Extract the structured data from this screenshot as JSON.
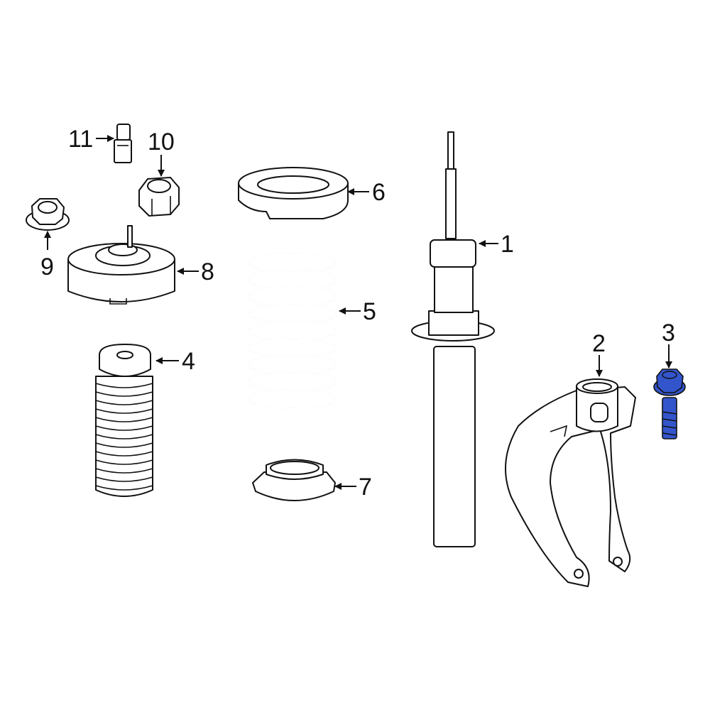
{
  "diagram": {
    "highlight_color": "#3355cc",
    "callouts": [
      {
        "id": "1",
        "label": "1",
        "part": "strut"
      },
      {
        "id": "2",
        "label": "2",
        "part": "strut-fork"
      },
      {
        "id": "3",
        "label": "3",
        "part": "bolt",
        "highlighted": true
      },
      {
        "id": "4",
        "label": "4",
        "part": "bump-stop-boot"
      },
      {
        "id": "5",
        "label": "5",
        "part": "coil-spring"
      },
      {
        "id": "6",
        "label": "6",
        "part": "upper-spring-seat"
      },
      {
        "id": "7",
        "label": "7",
        "part": "lower-spring-seat"
      },
      {
        "id": "8",
        "label": "8",
        "part": "strut-mount"
      },
      {
        "id": "9",
        "label": "9",
        "part": "flange-nut"
      },
      {
        "id": "10",
        "label": "10",
        "part": "nut"
      },
      {
        "id": "11",
        "label": "11",
        "part": "stud"
      }
    ]
  }
}
